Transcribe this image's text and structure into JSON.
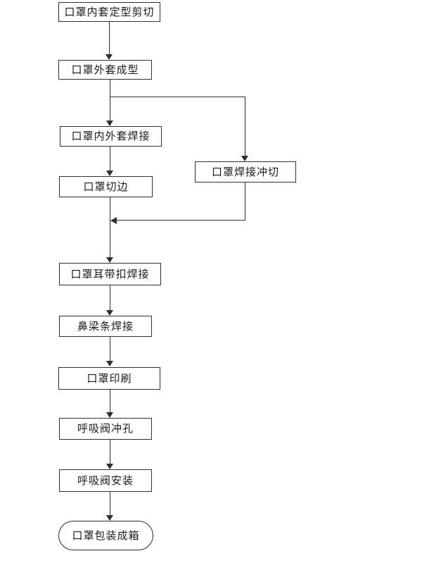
{
  "diagram": {
    "type": "flowchart",
    "orientation": "top-down",
    "nodes": [
      {
        "id": "n1",
        "label": "口罩内套定型剪切",
        "shape": "rect"
      },
      {
        "id": "n2",
        "label": "口罩外套成型",
        "shape": "rect"
      },
      {
        "id": "n3",
        "label": "口罩内外套焊接",
        "shape": "rect"
      },
      {
        "id": "n4",
        "label": "口罩焊接冲切",
        "shape": "rect"
      },
      {
        "id": "n5",
        "label": "口罩切边",
        "shape": "rect"
      },
      {
        "id": "n6",
        "label": "口罩耳带扣焊接",
        "shape": "rect"
      },
      {
        "id": "n7",
        "label": "鼻梁条焊接",
        "shape": "rect"
      },
      {
        "id": "n8",
        "label": "口罩印刷",
        "shape": "rect"
      },
      {
        "id": "n9",
        "label": "呼吸阀冲孔",
        "shape": "rect"
      },
      {
        "id": "n10",
        "label": "呼吸阀安装",
        "shape": "rect"
      },
      {
        "id": "n11",
        "label": "口罩包装成箱",
        "shape": "stadium"
      }
    ],
    "edges": [
      {
        "from": "口罩内套定型剪切",
        "to": "口罩外套成型"
      },
      {
        "from": "口罩外套成型",
        "to": "口罩内外套焊接"
      },
      {
        "from": "口罩外套成型",
        "to": "口罩焊接冲切"
      },
      {
        "from": "口罩内外套焊接",
        "to": "口罩切边"
      },
      {
        "from": "口罩切边",
        "to": "口罩耳带扣焊接"
      },
      {
        "from": "口罩焊接冲切",
        "to": "口罩耳带扣焊接"
      },
      {
        "from": "口罩耳带扣焊接",
        "to": "鼻梁条焊接"
      },
      {
        "from": "鼻梁条焊接",
        "to": "口罩印刷"
      },
      {
        "from": "口罩印刷",
        "to": "呼吸阀冲孔"
      },
      {
        "from": "呼吸阀冲孔",
        "to": "呼吸阀安装"
      },
      {
        "from": "呼吸阀安装",
        "to": "口罩包装成箱"
      }
    ]
  },
  "colors": {
    "line": "#2f2f2f",
    "text": "#1c1c1c",
    "background": "#fefefe",
    "node_background": "#fefefe"
  }
}
